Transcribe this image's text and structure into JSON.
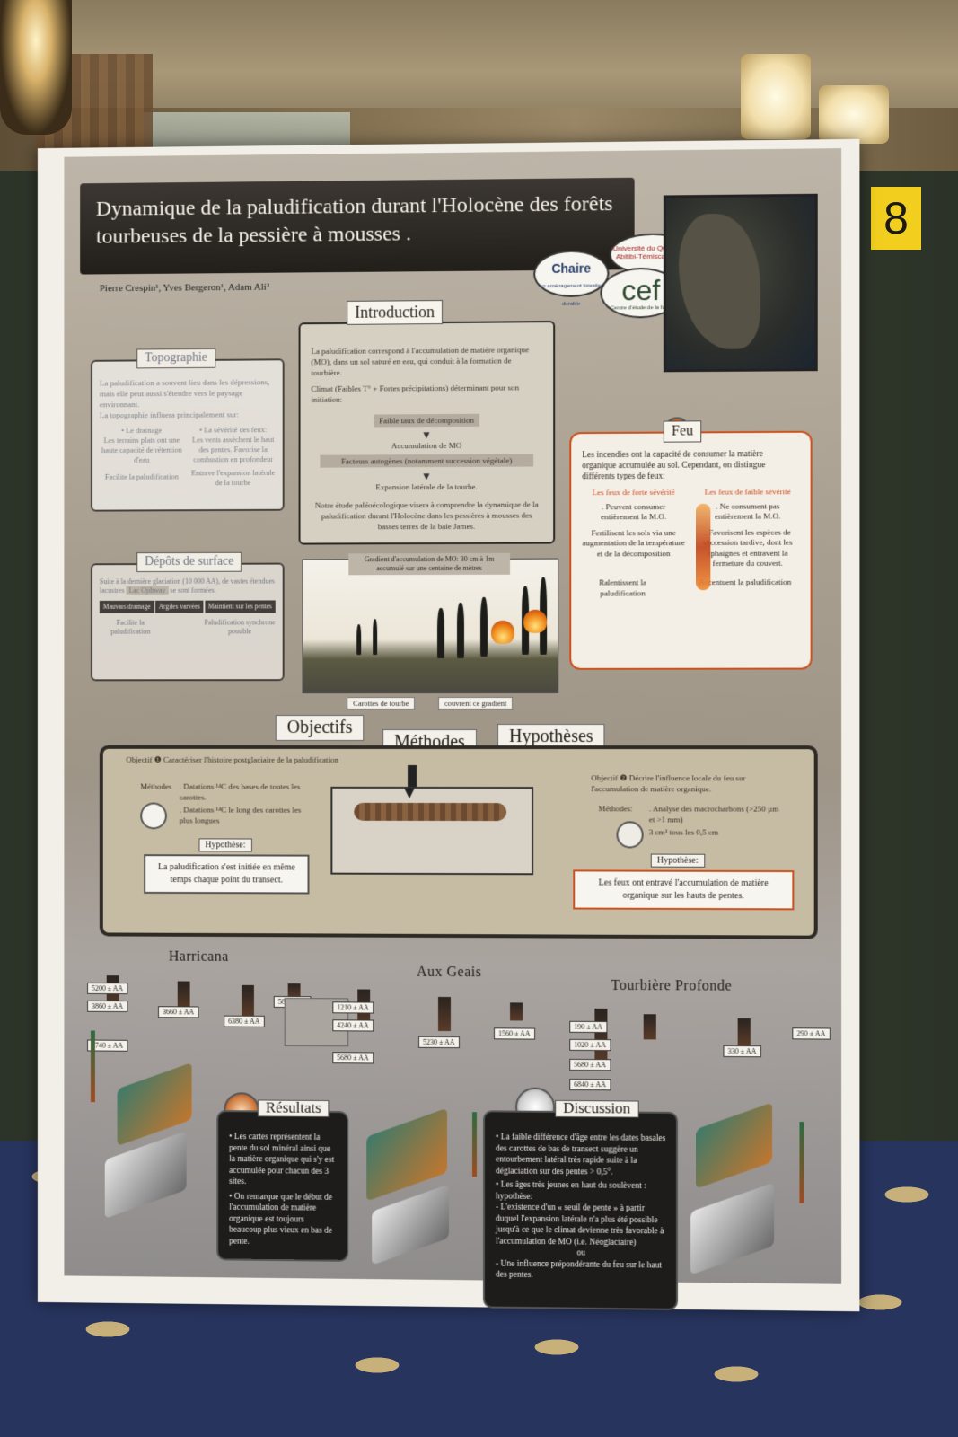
{
  "room": {
    "panel_number": "8"
  },
  "poster": {
    "title": "Dynamique de la paludification durant l'Holocène des forêts tourbeuses de la pessière à mousses .",
    "authors": "Pierre Crespin¹, Yves Bergeron¹, Adam Ali²",
    "logos": {
      "chaire": "Chaire",
      "chaire_sub": "en aménagement forestier durable",
      "uqat": "Université du Québec en Abitibi-Témiscamingue",
      "cef": "cef",
      "cef_sub": "Centre d'étude de la forêt"
    },
    "introduction": {
      "heading": "Introduction",
      "p1": "La paludification correspond à l'accumulation de matière organique (MO), dans un sol saturé en eau, qui conduit à la formation de tourbière.",
      "p2": "Climat (Faibles T° + Fortes précipitations) déterminant pour son initiation:",
      "step1": "Faible taux de décomposition",
      "step2": "Accumulation de MO",
      "step3": "Facteurs autogènes (notamment succession végétale)",
      "step4": "Expansion latérale de la tourbe.",
      "p3": "Notre étude paléoécologique visera à comprendre la dynamique de la paludification durant l'Holocène dans les pessières à mousses des basses terres de la baie James."
    },
    "topographie": {
      "heading": "Topographie",
      "p1": "La paludification a souvent lieu dans les dépressions, mais elle peut aussi s'étendre vers le paysage environnant.",
      "p2": "La topographie influera principalement sur:",
      "left_item": "• Le drainage",
      "left_text": "Les terrains plats ont une haute capacité de rétention d'eau",
      "left_effect": "Facilite la paludification",
      "right_item": "• La sévérité des feux:",
      "right_text": "Les vents assèchent le haut des pentes. Favorise la combustion en profondeur",
      "right_effect": "Entrave l'expansion latérale de la tourbe"
    },
    "depots": {
      "heading": "Dépôts de surface",
      "p1": "Suite à la dernière glaciation (10 000 AA), de vastes étendues lacustres",
      "lake": "Lac Ojibway",
      "p1b": "se sont formées.",
      "left": "Mauvais drainage",
      "middle": "Argiles varvées",
      "right": "Maintient sur les pentes",
      "left_effect": "Facilite la paludification",
      "right_effect": "Paludification synchrone possible"
    },
    "gradient": {
      "label": "Gradient d'accumulation de MO: 30 cm à 1m accumulé sur une centaine de mètres",
      "tag_left": "Carottes de tourbe",
      "tag_right": "couvrent ce gradient"
    },
    "feu": {
      "heading": "Feu",
      "p1": "Les incendies ont la capacité de consumer la matière organique accumulée au sol. Cependant, on distingue différents types de feux:",
      "left_sev": "Les feux de forte sévérité",
      "left_t1": ". Peuvent consumer entièrement la M.O.",
      "left_t2": "Fertilisent les sols via une augmentation de la température et de la décomposition",
      "right_sev": "Les feux de faible sévérité",
      "right_t1": ". Ne consument pas entièrement la M.O.",
      "right_t2": ". Favorisent les espèces de succession tardive, dont les sphaignes et entravent la fermeture du couvert.",
      "left_effect": "Ralentissent la paludification",
      "right_effect": "Accentuent la paludification"
    },
    "tabs": {
      "objectifs": "Objectifs",
      "methodes": "Méthodes",
      "hypotheses": "Hypothèses"
    },
    "objective1": {
      "text": "Objectif ❶ Caractériser l'histoire postglaciaire de la paludification",
      "methods_label": "Méthodes",
      "m1": ". Datations ¹⁴C des bases de toutes les carottes.",
      "m2": ". Datations ¹⁴C le long des carottes les plus longues",
      "hyp_label": "Hypothèse:",
      "hyp": "La paludification s'est initiée en même temps chaque point du transect."
    },
    "objective2": {
      "text": "Objectif ❷ Décrire l'influence locale du feu sur l'accumulation de matière organique.",
      "methods_label": "Méthodes:",
      "m1": ". Analyse des macrocharbons (>250 µm et >1 mm)",
      "m2": "3 cm³ tous les 0,5 cm",
      "hyp_label": "Hypothèse:",
      "hyp": "Les feux ont entravé l'accumulation de matière organique sur les hauts de pentes."
    },
    "sites": [
      {
        "name": "Harricana",
        "dates": [
          "5200 ± AA",
          "3860 ± AA",
          "5740 ± AA",
          "3660 ± AA",
          "6380 ± AA",
          "580 ± AA"
        ]
      },
      {
        "name": "Aux Geais",
        "dates": [
          "1210 ± AA",
          "4240 ± AA",
          "5680 ± AA",
          "5230 ± AA",
          "1560 ± AA"
        ]
      },
      {
        "name": "Tourbière Profonde",
        "dates": [
          "190 ± AA",
          "1020 ± AA",
          "5680 ± AA",
          "6840 ± AA",
          "330 ± AA",
          "290 ± AA"
        ]
      }
    ],
    "resultats": {
      "heading": "Résultats",
      "b1": "• Les cartes représentent la pente du sol minéral ainsi que la matière organique qui s'y est accumulée pour chacun des 3 sites.",
      "b2": "• On remarque que le début de l'accumulation de matière organique est toujours beaucoup plus vieux en bas de pente."
    },
    "discussion": {
      "heading": "Discussion",
      "b1": "• La faible différence d'âge entre les dates basales des carottes de bas de transect suggère un entourbement latéral très rapide suite à la déglaciation sur des pentes > 0,5°.",
      "b2": "• Les âges très jeunes en haut du soulèvent : hypothèse:",
      "b3": "- L'existence d'un « seuil de pente » à partir duquel l'expansion latérale n'a plus été possible jusqu'à ce que le climat devienne très favorable à l'accumulation de MO (i.e. Néoglaciaire)",
      "or": "ou",
      "b4": "- Une influence prépondérante du feu sur le haut des pentes."
    }
  }
}
